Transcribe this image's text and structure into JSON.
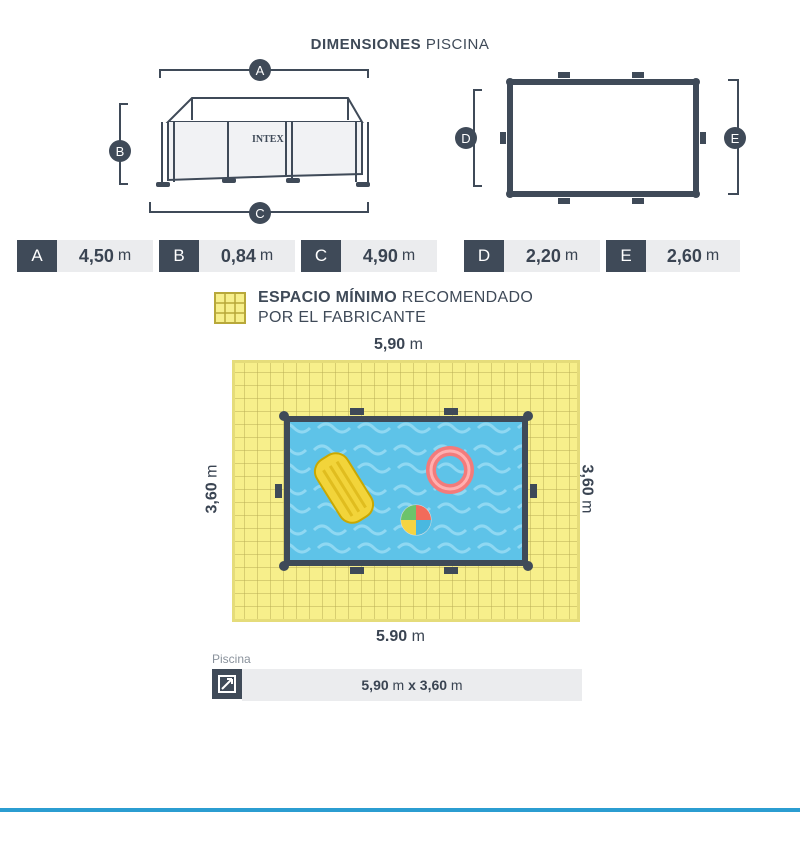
{
  "title": {
    "bold": "DIMENSIONES",
    "light": "PISCINA"
  },
  "brand_label": "INTEX",
  "dimensions": [
    {
      "letter": "A",
      "value": "4,50",
      "unit": "m"
    },
    {
      "letter": "B",
      "value": "0,84",
      "unit": "m"
    },
    {
      "letter": "C",
      "value": "4,90",
      "unit": "m"
    },
    {
      "letter": "D",
      "value": "2,20",
      "unit": "m"
    },
    {
      "letter": "E",
      "value": "2,60",
      "unit": "m"
    }
  ],
  "legend": {
    "bold": "ESPACIO MÍNIMO",
    "line1_rest": "RECOMENDADO",
    "line2": "POR EL FABRICANTE"
  },
  "space": {
    "top": {
      "value": "5,90",
      "unit": "m"
    },
    "bottom": {
      "value": "5.90",
      "unit": "m"
    },
    "left": {
      "value": "3,60",
      "unit": "m"
    },
    "right": {
      "value": "3,60",
      "unit": "m"
    }
  },
  "piscina": {
    "label": "Piscina",
    "size_value_1": "5,90",
    "unit_1": "m",
    "sep": "x",
    "size_value_2": "3,60",
    "unit_2": "m"
  },
  "colors": {
    "dark": "#3f4a58",
    "grid_yellow": "#f7ef8b",
    "water": "#5ec3e8",
    "accent_line": "#2b9dd1"
  }
}
